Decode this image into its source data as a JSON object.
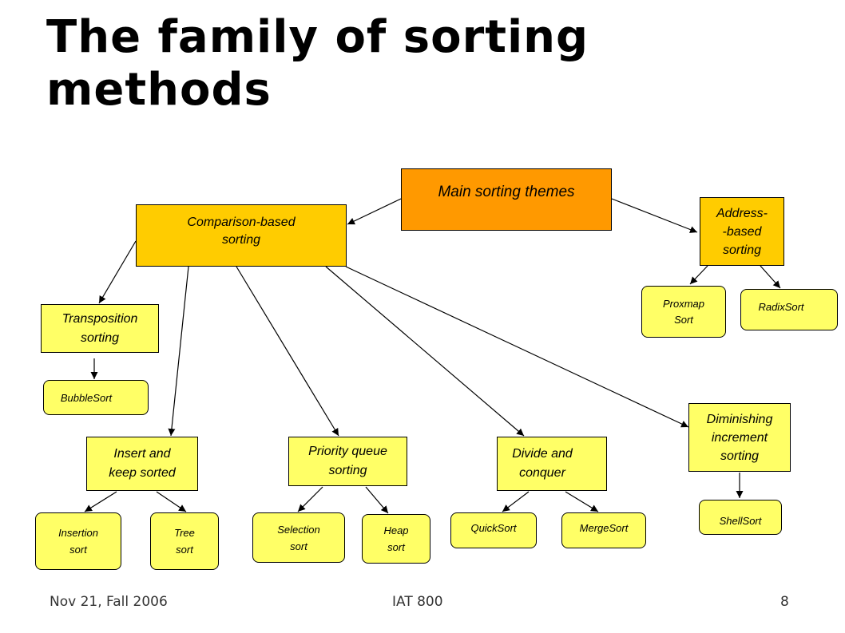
{
  "title": {
    "line1": "The family of sorting",
    "line2": "methods"
  },
  "nodes": {
    "main": "Main sorting themes",
    "comparison": "Comparison-based\nsorting",
    "address": "Address-\n-based\nsorting",
    "transposition": "Transposition\nsorting",
    "bubble": "BubbleSort",
    "insert": "Insert and\nkeep sorted",
    "priority": "Priority queue\nsorting",
    "divide": "Divide and\nconquer",
    "diminishing": "Diminishing\nincrement\nsorting",
    "proxmap": "Proxmap\nSort",
    "radix": "RadixSort",
    "insertion": "Insertion\nsort",
    "tree": "Tree\nsort",
    "selection": "Selection\nsort",
    "heap": "Heap\nsort",
    "quick": "QuickSort",
    "merge": "MergeSort",
    "shell": "ShellSort"
  },
  "footer": {
    "date": "Nov 21, Fall 2006",
    "course": "IAT 800",
    "page": "8"
  }
}
